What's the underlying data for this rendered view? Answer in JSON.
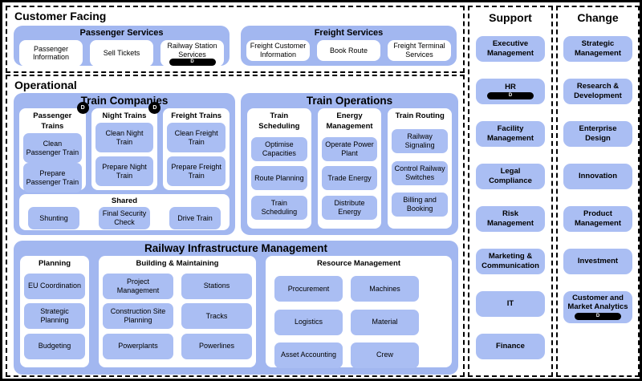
{
  "colors": {
    "container_blue": "#a2b7f0",
    "leaf_blue": "#aabef3",
    "badge_black": "#000000",
    "frame_black": "#000000",
    "background": "#ffffff"
  },
  "customer_facing": {
    "title": "Customer Facing",
    "groups": [
      {
        "title": "Passenger Services",
        "items": [
          {
            "label": "Passenger Information"
          },
          {
            "label": "Sell Tickets"
          },
          {
            "label": "Railway Station Services",
            "badge": "D"
          }
        ]
      },
      {
        "title": "Freight Services",
        "items": [
          {
            "label": "Freight Customer Information"
          },
          {
            "label": "Book Route"
          },
          {
            "label": "Freight Terminal Services"
          }
        ]
      }
    ]
  },
  "operational": {
    "title": "Operational",
    "train_companies": {
      "title": "Train Companies",
      "columns": [
        {
          "title": "Passenger Trains",
          "badge": "D",
          "items": [
            {
              "label": "Clean Passenger Train"
            },
            {
              "label": "Prepare Passenger Train"
            }
          ]
        },
        {
          "title": "Night Trains",
          "badge": "D",
          "items": [
            {
              "label": "Clean Night Train"
            },
            {
              "label": "Prepare Night Train"
            }
          ]
        },
        {
          "title": "Freight Trains",
          "items": [
            {
              "label": "Clean Freight Train"
            },
            {
              "label": "Prepare Freight Train"
            }
          ]
        }
      ],
      "shared": {
        "title": "Shared",
        "items": [
          {
            "label": "Shunting"
          },
          {
            "label": "Final Security Check"
          },
          {
            "label": "Drive Train"
          }
        ]
      }
    },
    "train_operations": {
      "title": "Train Operations",
      "columns": [
        {
          "title": "Train Scheduling",
          "items": [
            {
              "label": "Optimise Capacities"
            },
            {
              "label": "Route Planning"
            },
            {
              "label": "Train Scheduling"
            }
          ]
        },
        {
          "title": "Energy Management",
          "items": [
            {
              "label": "Operate Power Plant"
            },
            {
              "label": "Trade Energy"
            },
            {
              "label": "Distribute Energy"
            }
          ]
        },
        {
          "title": "Train Routing",
          "items": [
            {
              "label": "Railway Signaling"
            },
            {
              "label": "Control Railway Switches"
            },
            {
              "label": "Billing and Booking"
            }
          ]
        }
      ]
    },
    "infrastructure": {
      "title": "Railway Infrastructure Management",
      "planning": {
        "title": "Planning",
        "items": [
          {
            "label": "EU Coordination"
          },
          {
            "label": "Strategic Planning"
          },
          {
            "label": "Budgeting"
          }
        ]
      },
      "building": {
        "title": "Building & Maintaining",
        "items": [
          {
            "label": "Project Management"
          },
          {
            "label": "Stations"
          },
          {
            "label": "Construction Site Planning"
          },
          {
            "label": "Tracks"
          },
          {
            "label": "Powerplants"
          },
          {
            "label": "Powerlines"
          }
        ]
      },
      "resources": {
        "title": "Resource Management",
        "items": [
          {
            "label": "Procurement"
          },
          {
            "label": "Machines"
          },
          {
            "label": "Logistics"
          },
          {
            "label": "Material"
          },
          {
            "label": "Asset Accounting"
          },
          {
            "label": "Crew"
          }
        ]
      }
    }
  },
  "support": {
    "title": "Support",
    "items": [
      {
        "label": "Executive Management"
      },
      {
        "label": "HR",
        "badge": "D"
      },
      {
        "label": "Facility Management"
      },
      {
        "label": "Legal Compliance"
      },
      {
        "label": "Risk Management"
      },
      {
        "label": "Marketing & Communication"
      },
      {
        "label": "IT"
      },
      {
        "label": "Finance"
      }
    ]
  },
  "change": {
    "title": "Change",
    "items": [
      {
        "label": "Strategic Management"
      },
      {
        "label": "Research & Development"
      },
      {
        "label": "Enterprise Design"
      },
      {
        "label": "Innovation"
      },
      {
        "label": "Product Management"
      },
      {
        "label": "Investment"
      },
      {
        "label": "Customer and Market Analytics",
        "badge": "D"
      }
    ]
  }
}
